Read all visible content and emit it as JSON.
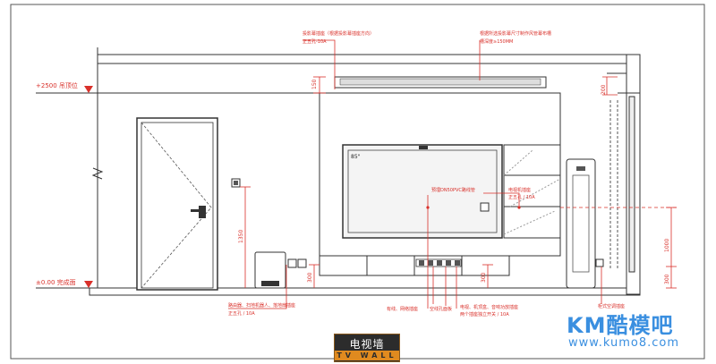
{
  "levels": {
    "ceiling": "+2500  吊顶位",
    "floor": "±0.00  完成面"
  },
  "annotations": {
    "top_left_1": "投影幕插座（根据投影幕插座方向）",
    "top_left_2": "正五孔-10A",
    "top_right_1": "根据所选投影幕尺寸制作风管幕布槽",
    "top_right_2": "槽深度≥150MM",
    "tv_size": "85\"",
    "pvc_pipe": "预埋DN50PVC路线管",
    "tv_socket_1": "电视机插座",
    "tv_socket_2": "正五孔 / 10A",
    "left_bottom_1": "路由器、扫地机器人、落地扇插座",
    "left_bottom_2": "正五孔 / 10A",
    "bottom_a": "有线、网络插座",
    "bottom_b": "空线孔面板",
    "bottom_c_1": "电视、机顶盒、音响功放插座",
    "bottom_c_2": "两个插座独立开关 / 10A",
    "right_ac": "柜式空调插座"
  },
  "dimensions": {
    "d150": "150",
    "d200": "200",
    "d1350": "1350",
    "d300a": "300",
    "d300b": "300",
    "d1000": "1000",
    "d300c": "300"
  },
  "title": {
    "cn": "电视墙",
    "en": "TV WALL"
  },
  "watermark": {
    "logo": "KM酷模吧",
    "url": "www.kumo8.com"
  },
  "colors": {
    "annotation_red": "#d9302a",
    "line": "#333333",
    "watermark_blue": "#3a8fe0",
    "title_bg": "#2c2c2c",
    "title_accent": "#e08a1f"
  }
}
